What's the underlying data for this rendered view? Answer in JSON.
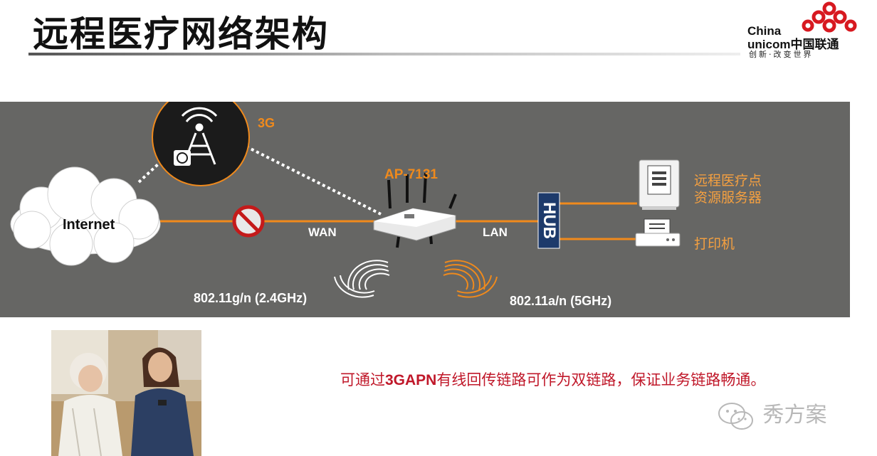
{
  "header": {
    "title": "远程医疗网络架构",
    "logo": {
      "line1": "China",
      "line2": "unicom中国联通",
      "slogan": "创新·改变世界"
    }
  },
  "diagram": {
    "cloud_label": "Internet",
    "tower_label": "3G",
    "ap_label": "AP-7131",
    "wan_label": "WAN",
    "lan_label": "LAN",
    "hub_label": "HUB",
    "server_label_line1": "远程医疗点",
    "server_label_line2": "资源服务器",
    "printer_label": "打印机",
    "wifi_24_label": "802.11g/n (2.4GHz)",
    "wifi_5_label": "802.11a/n (5GHz)"
  },
  "caption": {
    "prefix": "可通过",
    "highlight": "3GAPN",
    "suffix": "有线回传链路可作为双链路，保证业务链路畅通。"
  },
  "watermark": {
    "text": "秀方案"
  },
  "colors": {
    "accent": "#f08a1c",
    "band": "#666664",
    "caption": "#c0182a",
    "hub": "#1d3a6b",
    "brand": "#d71920"
  }
}
